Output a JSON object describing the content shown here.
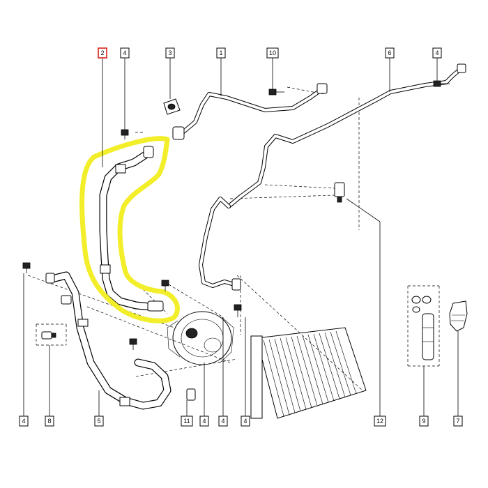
{
  "highlight_color": "#f2ee2a",
  "highlighted_callout_color": "#d9241c",
  "callouts": {
    "c2_top": "2",
    "c4_top_a": "4",
    "c3_top": "3",
    "c1_top": "1",
    "c10_top": "10",
    "c6_top": "6",
    "c4_top_b": "4",
    "c4_bot_a": "4",
    "c8_bot": "8",
    "c5_bot": "5",
    "c11_bot": "11",
    "c4_bot_b": "4",
    "c4_bot_c": "4",
    "c4_bot_d": "4",
    "c12_bot": "12",
    "c9_bot": "9",
    "c7_bot": "7"
  },
  "icons": [
    "bolt-icon",
    "clip-icon",
    "sensor-icon",
    "compressor-icon",
    "condenser-icon",
    "filter-drier-icon",
    "plug-icon",
    "valve-icon"
  ]
}
